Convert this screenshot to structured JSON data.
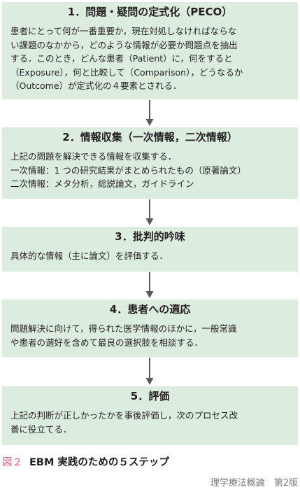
{
  "steps": [
    {
      "title": "1．問題・疑問の定式化（PECO）",
      "lines": [
        "患者にとって何が一番重要か，現在対処しなければならな",
        "い課題のなかから，どのような情報が必要か問題点を抽出",
        "する．このとき，どんな患者（Patient）に，何をすると",
        "（Exposure），何と比較して（Comparison），どうなるか",
        "（Outcome）が定式化の４要素とされる．"
      ]
    },
    {
      "title": "2．情報収集（一次情報，二次情報）",
      "lines": [
        "上記の問題を解決できる情報を収集する．",
        "一次情報：1 つの研究結果がまとめられたもの（原著論文）",
        "二次情報：メタ分析，総説論文，ガイドライン"
      ]
    },
    {
      "title": "3．批判的吟味",
      "lines": [
        "具体的な情報（主に論文）を評価する．"
      ]
    },
    {
      "title": "4．患者への適応",
      "lines": [
        "問題解決に向けて，得られた医学情報のほかに，一般常識",
        "や患者の選好を含めて最良の選択肢を相談する．"
      ]
    },
    {
      "title": "5．評価",
      "lines": [
        "上記の判断が正しかったかを事後評価し，次のプロセス改",
        "善に役立てる．"
      ]
    }
  ],
  "caption": {
    "label": "図２",
    "title": "EBM 実践のための５ステップ"
  },
  "source": "理学療法概論　第2版",
  "colors": {
    "box_fill": "#dcede0",
    "arrow": "#5a5a5a",
    "caption_label": "#d85b7f",
    "source_text": "#7a7a7a"
  }
}
